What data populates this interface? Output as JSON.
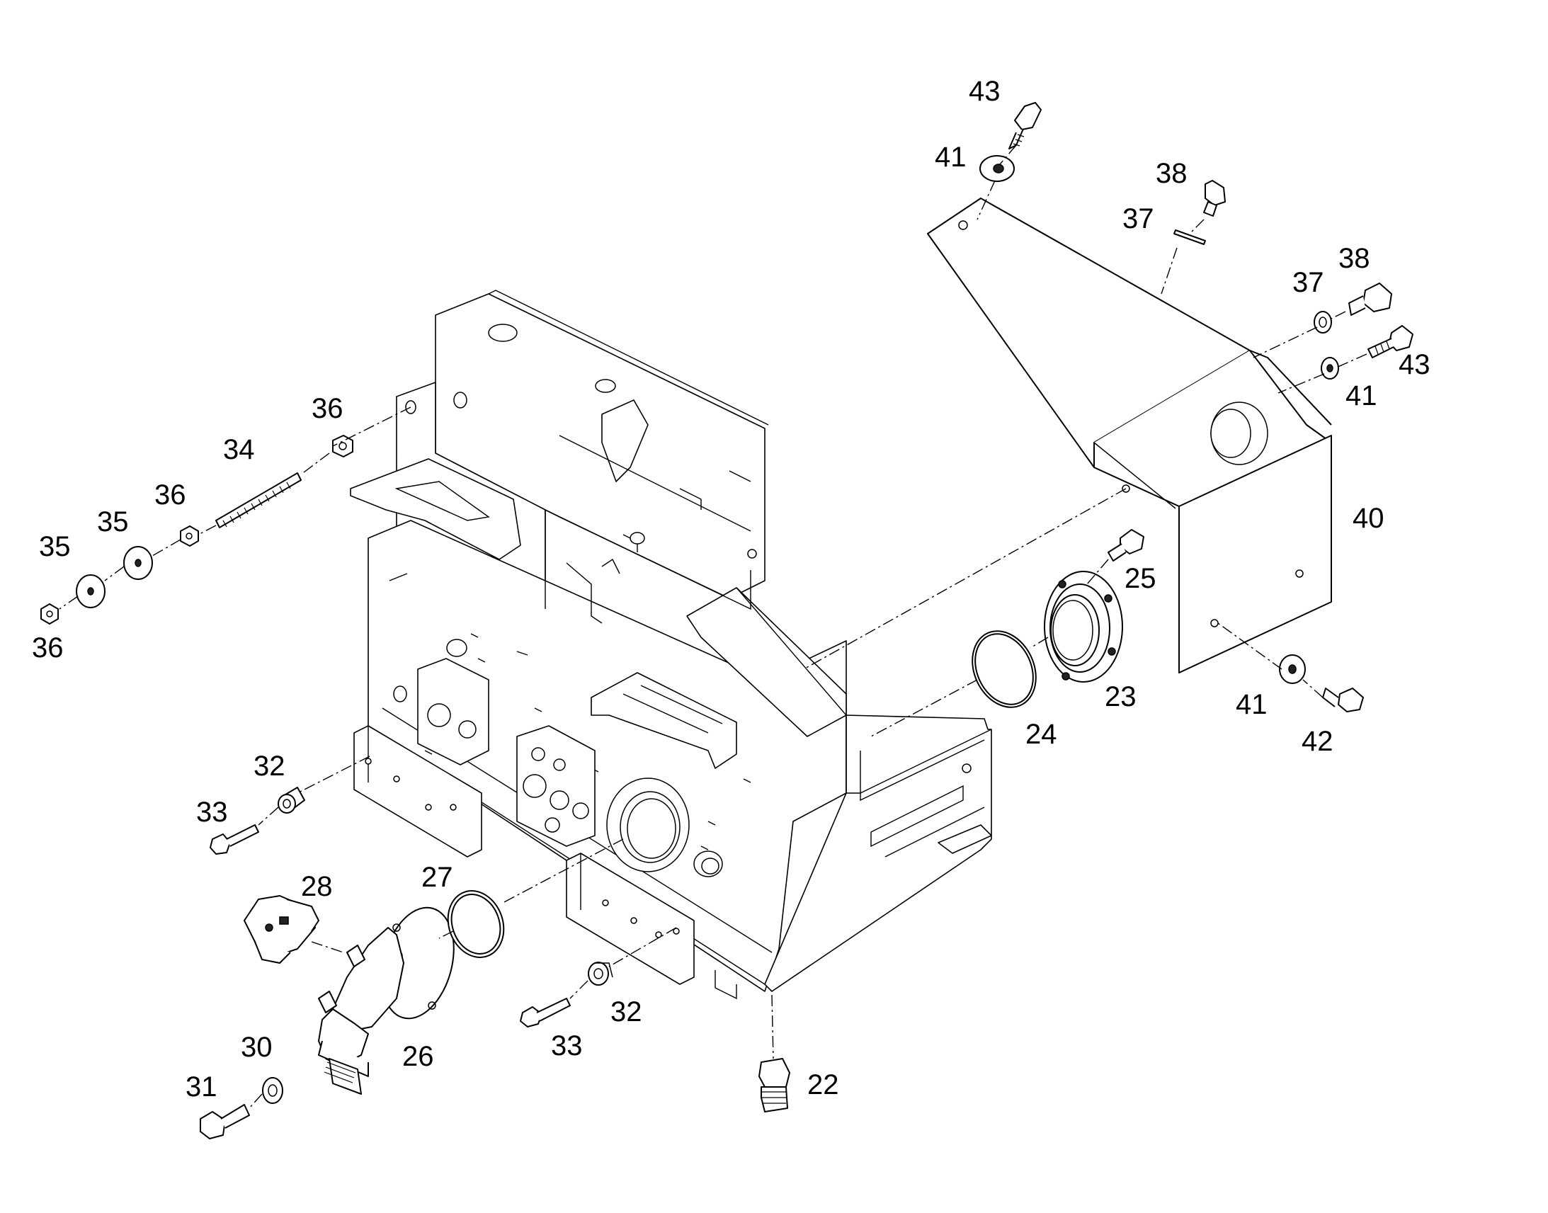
{
  "callouts": [
    "22",
    "23",
    "24",
    "25",
    "26",
    "27",
    "28",
    "30",
    "31",
    "32",
    "33",
    "34",
    "35",
    "36",
    "37",
    "38",
    "40",
    "41",
    "42",
    "43"
  ],
  "callout_instances": [
    "43",
    "41",
    "38",
    "37",
    "38",
    "37",
    "43",
    "41",
    "40",
    "25",
    "23",
    "24",
    "41",
    "42",
    "36",
    "34",
    "36",
    "35",
    "35",
    "36",
    "32",
    "33",
    "28",
    "27",
    "26",
    "30",
    "31",
    "32",
    "33",
    "22"
  ],
  "colors": {
    "line": "#000000",
    "background": "#ffffff",
    "fill_dark": "#222222"
  }
}
